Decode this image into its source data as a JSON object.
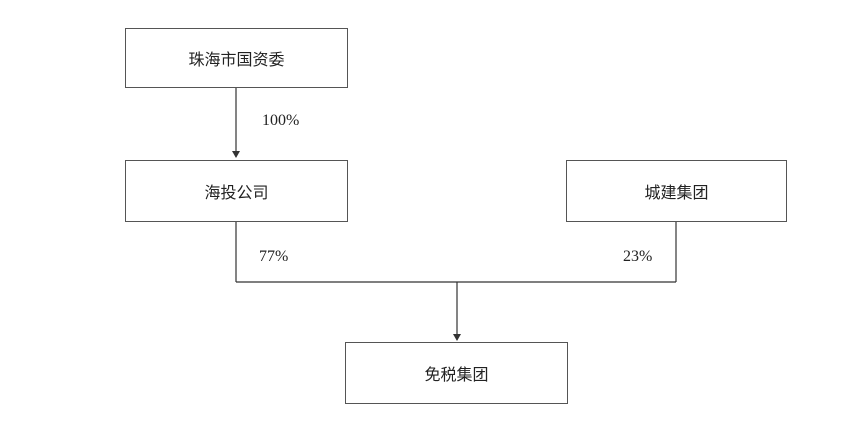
{
  "nodes": {
    "zhuhai_sasac": {
      "label": "珠海市国资委"
    },
    "haitou": {
      "label": "海投公司"
    },
    "chengjian": {
      "label": "城建集团"
    },
    "mianshui": {
      "label": "免税集团"
    }
  },
  "edges": {
    "sasac_to_haitou": {
      "share": "100%"
    },
    "haitou_to_mianshui": {
      "share": "77%"
    },
    "chengjian_to_mianshui": {
      "share": "23%"
    }
  },
  "colors": {
    "line": "#333333",
    "border": "#555555",
    "text": "#222222",
    "background": "#ffffff"
  }
}
